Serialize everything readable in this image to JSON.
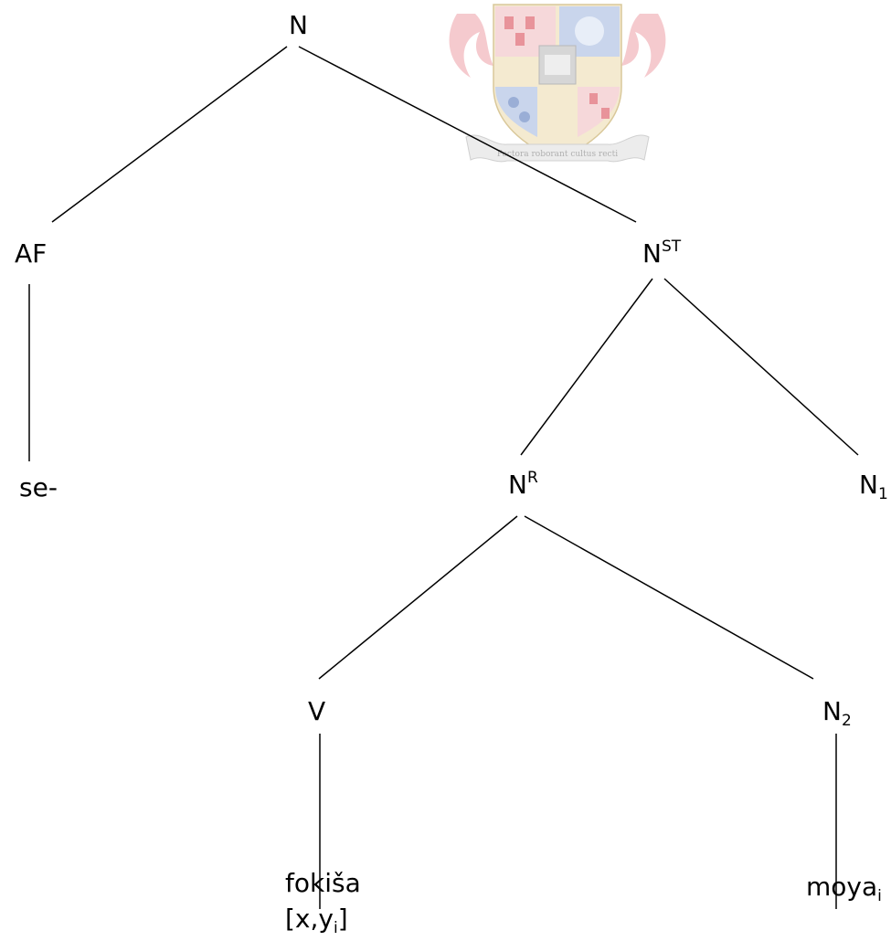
{
  "tree": {
    "root": {
      "base": "N",
      "sup": "",
      "sub": ""
    },
    "af": {
      "base": "AF",
      "sup": "",
      "sub": ""
    },
    "nst": {
      "base": "N",
      "sup": "ST",
      "sub": ""
    },
    "se": {
      "base": "se-",
      "sup": "",
      "sub": ""
    },
    "nr": {
      "base": "N",
      "sup": "R",
      "sub": ""
    },
    "n1": {
      "base": "N",
      "sup": "",
      "sub": "1"
    },
    "v": {
      "base": "V",
      "sup": "",
      "sub": ""
    },
    "n2": {
      "base": "N",
      "sup": "",
      "sub": "2"
    },
    "fokisa": {
      "base": "fokiša",
      "sup": "",
      "sub": ""
    },
    "args": {
      "open": "[x,y",
      "sub": "i",
      "close": "]"
    },
    "moya": {
      "base": "moya",
      "sup": "",
      "sub": "i"
    }
  },
  "watermark": {
    "motto": "Pectora roborant cultus recti",
    "colors": {
      "red": "#e87f86",
      "blue": "#9aaed6",
      "gold": "#e8d4a0",
      "grey": "#c8c8c8"
    }
  }
}
